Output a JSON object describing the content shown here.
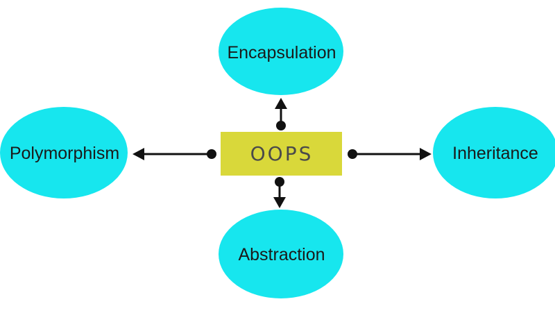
{
  "diagram": {
    "center": {
      "label": "OOPS",
      "fill": "#D9D83A"
    },
    "nodes": {
      "top": {
        "label": "Encapsulation"
      },
      "left": {
        "label": "Polymorphism"
      },
      "right": {
        "label": "Inheritance"
      },
      "bottom": {
        "label": "Abstraction"
      }
    },
    "colors": {
      "node_fill": "#17E6EE",
      "arrow": "#111111",
      "text": "#1a1a1a"
    }
  }
}
